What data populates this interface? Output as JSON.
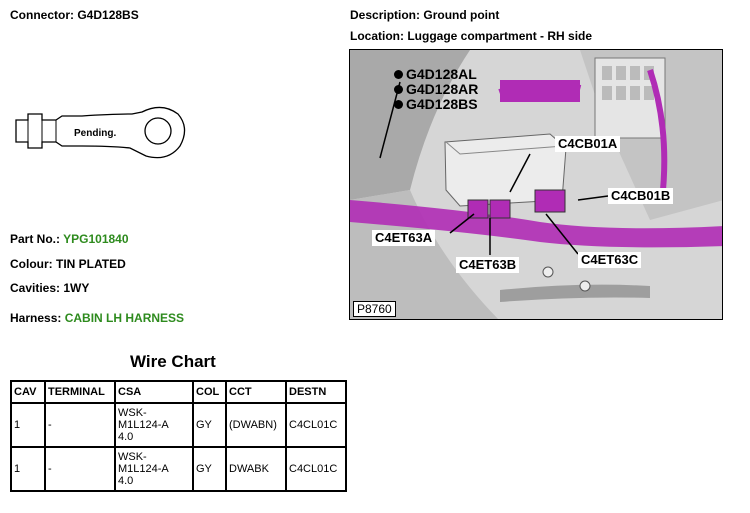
{
  "connector": {
    "label": "Connector:",
    "value": "G4D128BS"
  },
  "description": {
    "label": "Description:",
    "value": "Ground point"
  },
  "location": {
    "label": "Location:",
    "value": "Luggage compartment - RH side"
  },
  "terminal": {
    "text": "Pending."
  },
  "part": {
    "label": "Part No.:",
    "value": "YPG101840"
  },
  "colour": {
    "label": "Colour:",
    "value": "TIN PLATED"
  },
  "cavities": {
    "label": "Cavities:",
    "value": "1WY"
  },
  "harness": {
    "label": "Harness:",
    "value": "CABIN LH HARNESS"
  },
  "photo": {
    "ref": "P8760",
    "callouts": {
      "ground_1": "G4D128AL",
      "ground_2": "G4D128AR",
      "ground_3": "G4D128BS",
      "c4cb01a": "C4CB01A",
      "c4cb01b": "C4CB01B",
      "c4et63a": "C4ET63A",
      "c4et63b": "C4ET63B",
      "c4et63c": "C4ET63C"
    }
  },
  "wire_chart": {
    "title": "Wire Chart",
    "headers": [
      "CAV",
      "TERMINAL",
      "CSA",
      "COL",
      "CCT",
      "DESTN"
    ],
    "rows": [
      [
        "1",
        "-",
        "WSK-\nM1L124-A\n4.0",
        "GY",
        "(DWABN)",
        "C4CL01C"
      ],
      [
        "1",
        "-",
        "WSK-\nM1L124-A\n4.0",
        "GY",
        "DWABK",
        "C4CL01C"
      ]
    ]
  },
  "colors": {
    "label_green": "#2e8b1e",
    "harness_magenta": "#b02cb5"
  }
}
